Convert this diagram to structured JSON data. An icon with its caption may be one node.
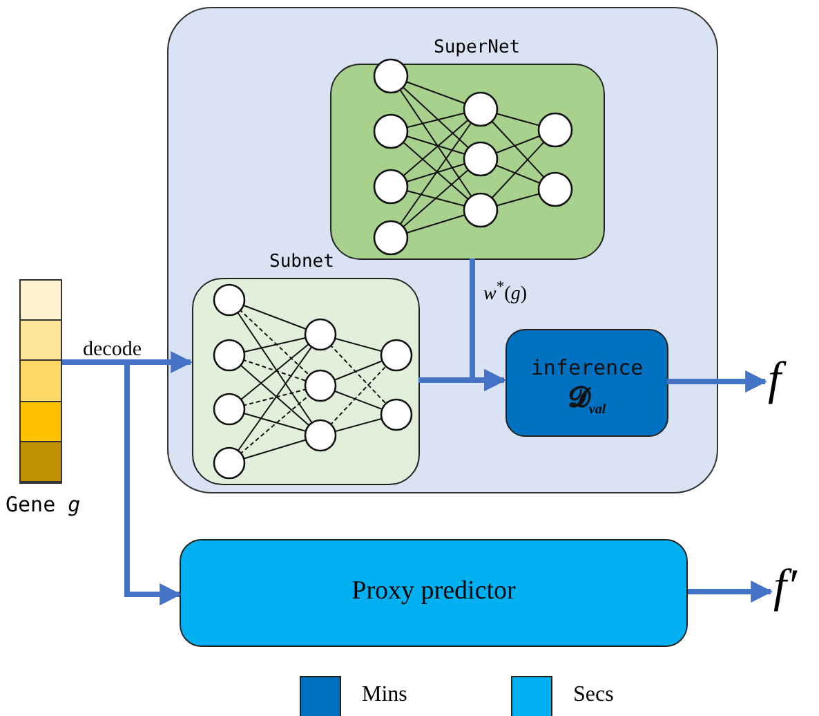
{
  "diagram": {
    "nodes": [
      {
        "text": [],
        "shape": "bar",
        "beside": [
          "Gene *g*"
        ]
      },
      {
        "text": [],
        "shape": "box"
      },
      {
        "text": [
          "SuperNet"
        ],
        "in": 1
      },
      {
        "text": [
          "Subnet"
        ],
        "in": 1
      },
      {
        "text": [
          "inference",
          "𝓓$_{val}$"
        ],
        "in": 1
      },
      {
        "text": [
          "f"
        ]
      },
      {
        "text": [
          "Proxy predictor"
        ]
      },
      {
        "text": [
          "f′"
        ]
      }
    ],
    "edges": [
      {
        "from": 0,
        "to": 3,
        "arrow": "to",
        "label": "decode"
      },
      {
        "from": 0,
        "to": 6,
        "arrow": "to"
      },
      {
        "from": 3,
        "to": 4,
        "arrow": "to"
      },
      {
        "from": 2,
        "to": 4,
        "arrow": "to",
        "label": "*w*$^{*}$(*g*)"
      },
      {
        "from": 4,
        "to": 5,
        "arrow": "to"
      },
      {
        "from": 6,
        "to": 7,
        "arrow": "to"
      }
    ],
    "legend": [
      {
        "text": "Mins",
        "color": "#0070c0"
      },
      {
        "text": "Secs",
        "color": "#00b0f0"
      }
    ]
  }
}
